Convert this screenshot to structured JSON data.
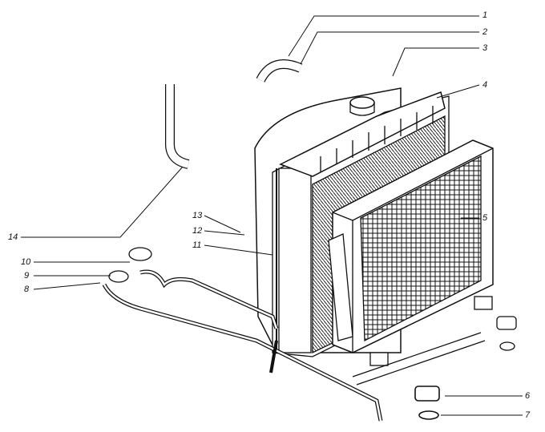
{
  "diagram": {
    "callouts": [
      {
        "id": "1",
        "text": "1"
      },
      {
        "id": "2",
        "text": "2"
      },
      {
        "id": "3",
        "text": "3"
      },
      {
        "id": "4",
        "text": "4"
      },
      {
        "id": "5",
        "text": "5"
      },
      {
        "id": "6",
        "text": "6"
      },
      {
        "id": "7",
        "text": "7"
      },
      {
        "id": "8",
        "text": "8"
      },
      {
        "id": "9",
        "text": "9"
      },
      {
        "id": "10",
        "text": "10"
      },
      {
        "id": "11",
        "text": "11"
      },
      {
        "id": "12",
        "text": "12"
      },
      {
        "id": "13",
        "text": "13"
      },
      {
        "id": "14",
        "text": "14"
      }
    ],
    "colors": {
      "ink": "#111111",
      "paper": "#ffffff"
    }
  }
}
